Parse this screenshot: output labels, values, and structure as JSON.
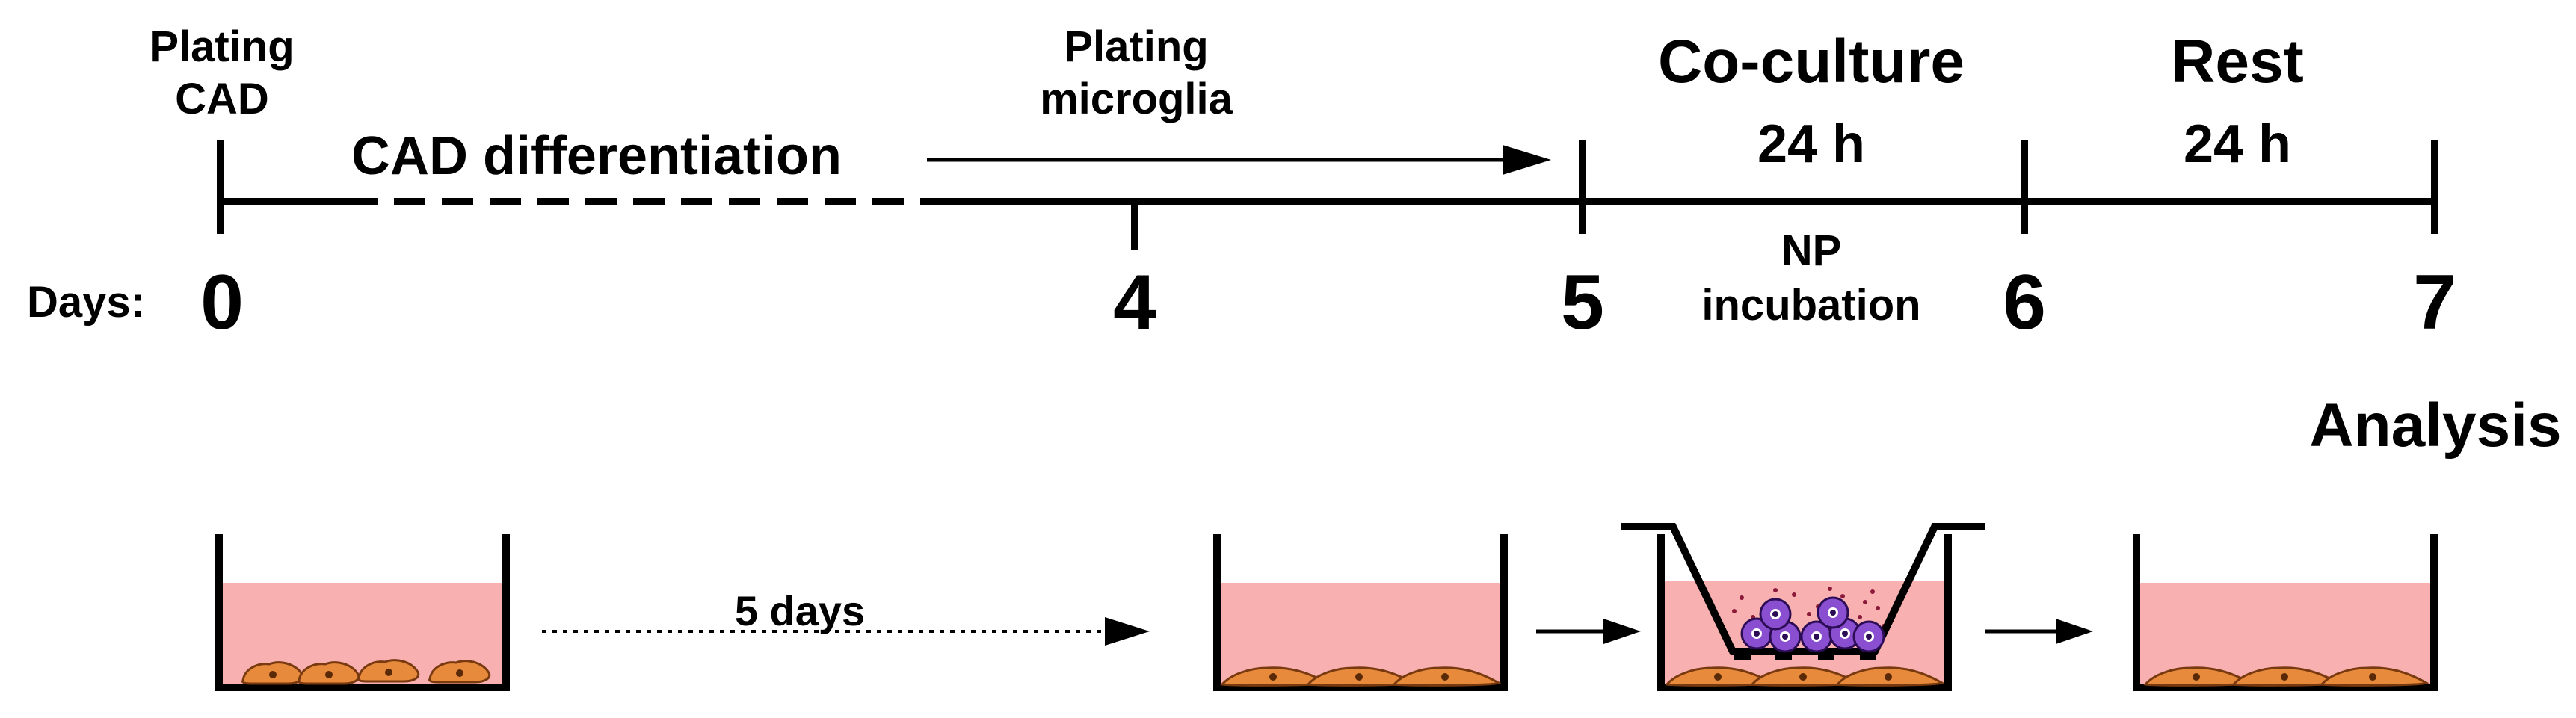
{
  "labels": {
    "plating_cad": [
      "Plating",
      "CAD"
    ],
    "cad_differentiation": "CAD differentiation",
    "plating_microglia": [
      "Plating",
      "microglia"
    ],
    "coculture": "Co-culture",
    "coculture_duration": "24 h",
    "rest": "Rest",
    "rest_duration": "24 h",
    "np_incubation": [
      "NP",
      "incubation"
    ],
    "days_prefix": "Days:",
    "analysis": "Analysis",
    "five_days": "5 days"
  },
  "timeline": {
    "days": [
      "0",
      "4",
      "5",
      "6",
      "7"
    ]
  },
  "colors": {
    "medium": "#f9b0b0",
    "cad_cell": "#e88a3c",
    "cad_cell_outline": "#7a3a10",
    "microglia": "#8a4fd0",
    "microglia_outline": "#2c0d55",
    "line": "#000000"
  }
}
